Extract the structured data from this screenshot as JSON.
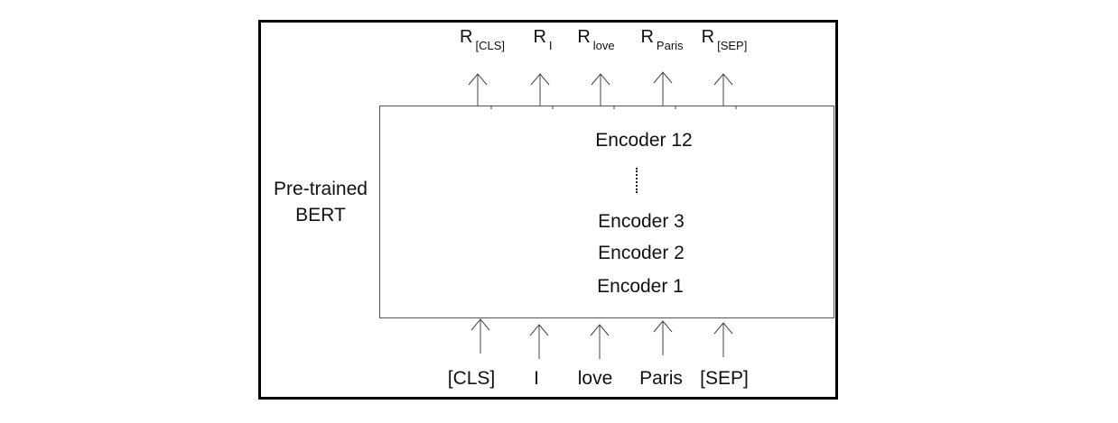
{
  "side_label": [
    "Pre-trained",
    "BERT"
  ],
  "encoders": {
    "top": "Encoder 12",
    "e3": "Encoder 3",
    "e2": "Encoder 2",
    "e1": "Encoder 1"
  },
  "inputs": [
    "[CLS]",
    "I",
    "love",
    "Paris",
    "[SEP]"
  ],
  "outputs": [
    {
      "base": "R",
      "sub": "[CLS]"
    },
    {
      "base": "R",
      "sub": "I"
    },
    {
      "base": "R",
      "sub": "love"
    },
    {
      "base": "R",
      "sub": "Paris"
    },
    {
      "base": "R",
      "sub": "[SEP]"
    }
  ]
}
